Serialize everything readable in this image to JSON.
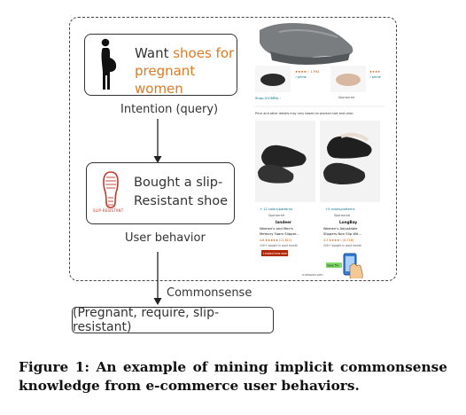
{
  "query": {
    "text_prefix": "Want ",
    "text_highlight_line1": "shoes for",
    "text_highlight_line2": "pregnant women",
    "caption": "Intention (query)",
    "icon": "pregnant-woman-icon"
  },
  "behavior": {
    "line1": "Bought a slip-",
    "line2": "Resistant shoe",
    "caption": "User behavior",
    "icon": "shoe-sole-icon",
    "icon_text": "SLIP-RESISTANT"
  },
  "commonsense": {
    "label": "Commonsense",
    "triple": "(Pregnant, require, slip-resistant)"
  },
  "screenshot": {
    "icon": "shopping-screenshot",
    "thumb1_rating": "★★★★☆ 1,994",
    "prime": "✓prime",
    "sponsored": "Sponsored",
    "shop_link": "Shop JOOMRA ›",
    "notice": "Price and other details may vary based on product size and color.",
    "colors1": "+ 12 colors/patterns",
    "colors2": "+5 colors/patterns",
    "brand1": "landeer",
    "brand2": "LongBay",
    "title1a": "Women's and Men's",
    "title1b": "Memory Foam Slipper...",
    "title2a": "Women's Adjustable",
    "title2b": "Slippers Non Slip Wit...",
    "rating1": "4.6 ★★★★★ (21,811)",
    "rating2": "4.3 ★★★★☆ (6,716)",
    "bought1": "150+ bought in past month",
    "bought2": "200+ bought in past month",
    "deal": "Limited time deal",
    "save": "Save 5%",
    "footer": "a.amazon.com",
    "cursor_icon": "hand-cursor-icon"
  },
  "caption": {
    "line1": "Figure 1: An example of mining implicit commonsense",
    "line2": "knowledge from e-commerce user behaviors."
  },
  "colors": {
    "highlight": "#e07a22",
    "sole": "#c0392b",
    "deal_badge": "#b12704",
    "link": "#007185"
  }
}
